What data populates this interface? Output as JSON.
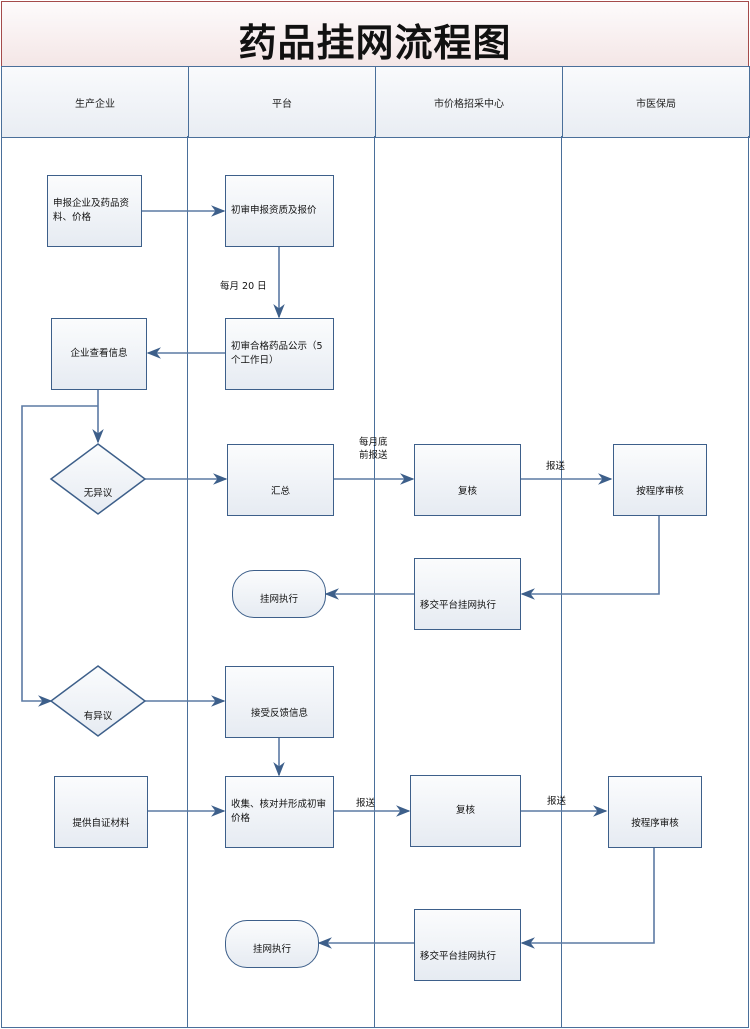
{
  "title": "药品挂网流程图",
  "lanes": [
    {
      "id": "enterprise",
      "label": "生产企业"
    },
    {
      "id": "platform",
      "label": "平台"
    },
    {
      "id": "price_center",
      "label": "市价格招采中心"
    },
    {
      "id": "medical_bureau",
      "label": "市医保局"
    }
  ],
  "nodes": {
    "submit_info": {
      "type": "process",
      "label": "申报企业及药品资料、价格"
    },
    "initial_review": {
      "type": "process",
      "label": "初审申报资质及报价"
    },
    "publicity": {
      "type": "process",
      "label": "初审合格药品公示（5个工作日）"
    },
    "view_info": {
      "type": "process",
      "label": "企业查看信息"
    },
    "no_objection": {
      "type": "decision",
      "label": "无异议"
    },
    "summary": {
      "type": "process",
      "label": "汇总"
    },
    "recheck_1": {
      "type": "process",
      "label": "复核"
    },
    "procedure_review_1": {
      "type": "process",
      "label": "按程序审核"
    },
    "transfer_1": {
      "type": "process",
      "label": "移交平台挂网执行"
    },
    "execute_1": {
      "type": "terminal",
      "label": "挂网执行"
    },
    "objection": {
      "type": "decision",
      "label": "有异议"
    },
    "receive_feedback": {
      "type": "process",
      "label": "接受反馈信息"
    },
    "provide_proof": {
      "type": "process",
      "label": "提供自证材料"
    },
    "collect_price": {
      "type": "process",
      "label": "收集、核对并形成初审价格"
    },
    "recheck_2": {
      "type": "process",
      "label": "复核"
    },
    "procedure_review_2": {
      "type": "process",
      "label": "按程序审核"
    },
    "transfer_2": {
      "type": "process",
      "label": "移交平台挂网执行"
    },
    "execute_2": {
      "type": "terminal",
      "label": "挂网执行"
    }
  },
  "edge_labels": {
    "monthly_20": "每月 20 日",
    "month_end_line1": "每月底",
    "month_end_line2": "前报送",
    "report_1": "报送",
    "report_2": "报送",
    "report_3": "报送"
  }
}
